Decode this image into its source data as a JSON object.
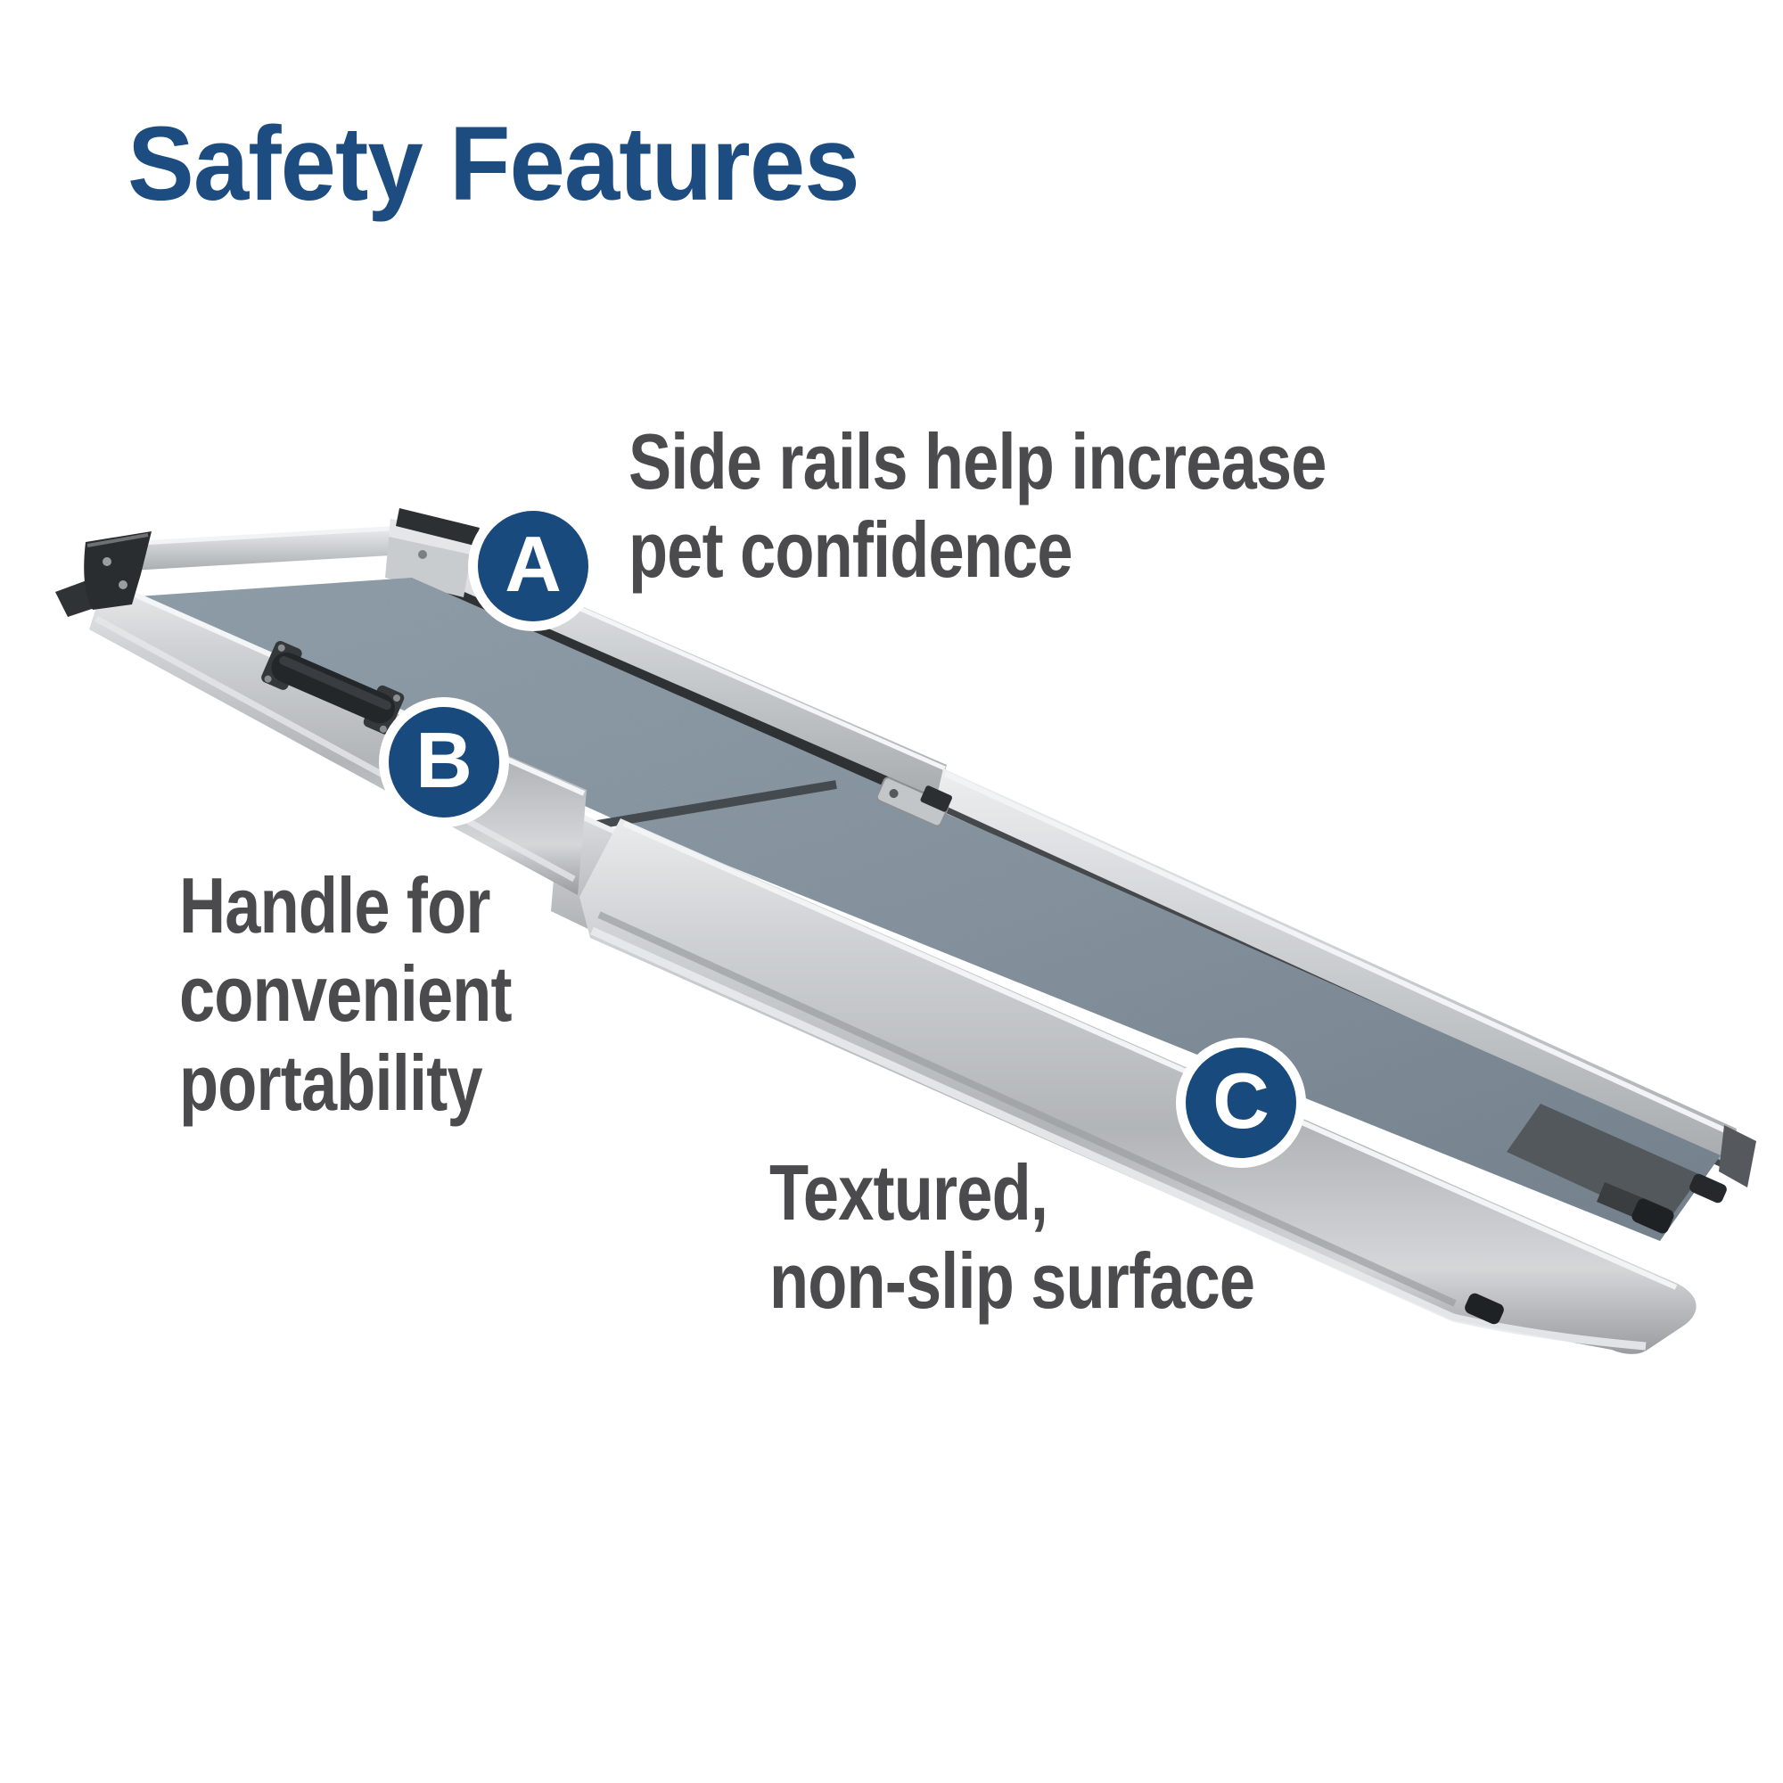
{
  "page": {
    "title": "Safety Features",
    "background_color": "#ffffff"
  },
  "colors": {
    "title_blue": "#1c4c80",
    "marker_blue": "#194a7d",
    "text_gray": "#4b4b4d",
    "deck_gray": "#8796a1",
    "rail_silver": "#c7cacd"
  },
  "annotations": [
    {
      "id": "A",
      "label": "A",
      "text": "Side rails help increase\npet confidence"
    },
    {
      "id": "B",
      "label": "B",
      "text": "Handle for\nconvenient\nportability"
    },
    {
      "id": "C",
      "label": "C",
      "text": "Textured,\nnon-slip surface"
    }
  ],
  "illustration": {
    "description": "telescoping pet ramp shown extended, angled from upper left to lower right"
  }
}
